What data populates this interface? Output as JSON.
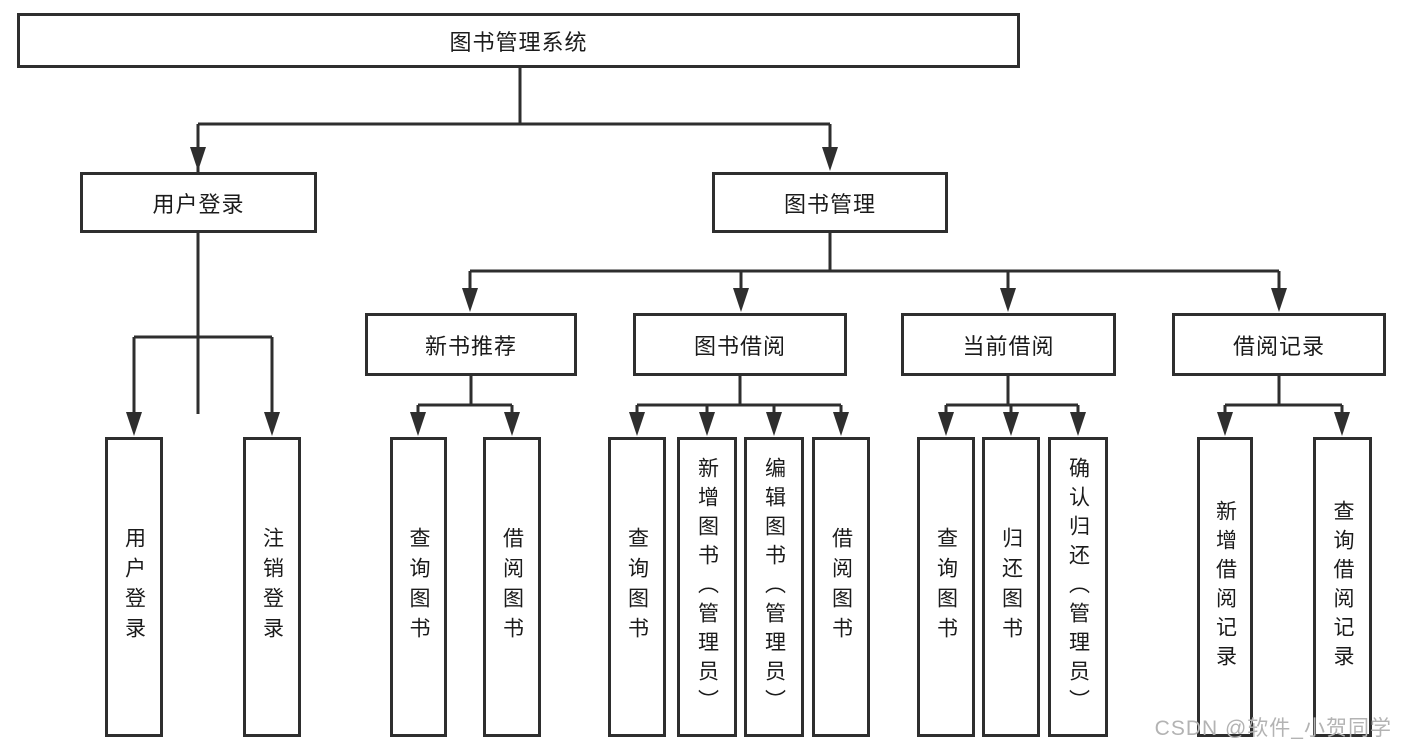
{
  "diagram": {
    "root": {
      "label": "图书管理系统"
    },
    "level2": {
      "user_login": {
        "label": "用户登录"
      },
      "book_mgmt": {
        "label": "图书管理"
      }
    },
    "level3": {
      "new_book_rec": {
        "label": "新书推荐"
      },
      "book_borrow": {
        "label": "图书借阅"
      },
      "current_borrow": {
        "label": "当前借阅"
      },
      "borrow_records": {
        "label": "借阅记录"
      }
    },
    "leaves": {
      "user_login": {
        "label": "用户登录"
      },
      "logout": {
        "label": "注销登录"
      },
      "nbr_query_book": {
        "label": "查询图书"
      },
      "nbr_borrow_book": {
        "label": "借阅图书"
      },
      "bb_query_book": {
        "label": "查询图书"
      },
      "bb_add_book": {
        "label": "新增图书（管理员）"
      },
      "bb_edit_book": {
        "label": "编辑图书（管理员）"
      },
      "bb_borrow_book": {
        "label": "借阅图书"
      },
      "cb_query_book": {
        "label": "查询图书"
      },
      "cb_return_book": {
        "label": "归还图书"
      },
      "cb_confirm_return": {
        "label": "确认归还（管理员）"
      },
      "br_add_record": {
        "label": "新增借阅记录"
      },
      "br_query_record": {
        "label": "查询借阅记录"
      }
    }
  },
  "watermark": {
    "text": "CSDN @软件_小贺同学"
  },
  "colors": {
    "line": "#2e2e2e",
    "text": "#1b1b1b",
    "box_bg": "#ffffff",
    "watermark": "#b3b3b3"
  }
}
